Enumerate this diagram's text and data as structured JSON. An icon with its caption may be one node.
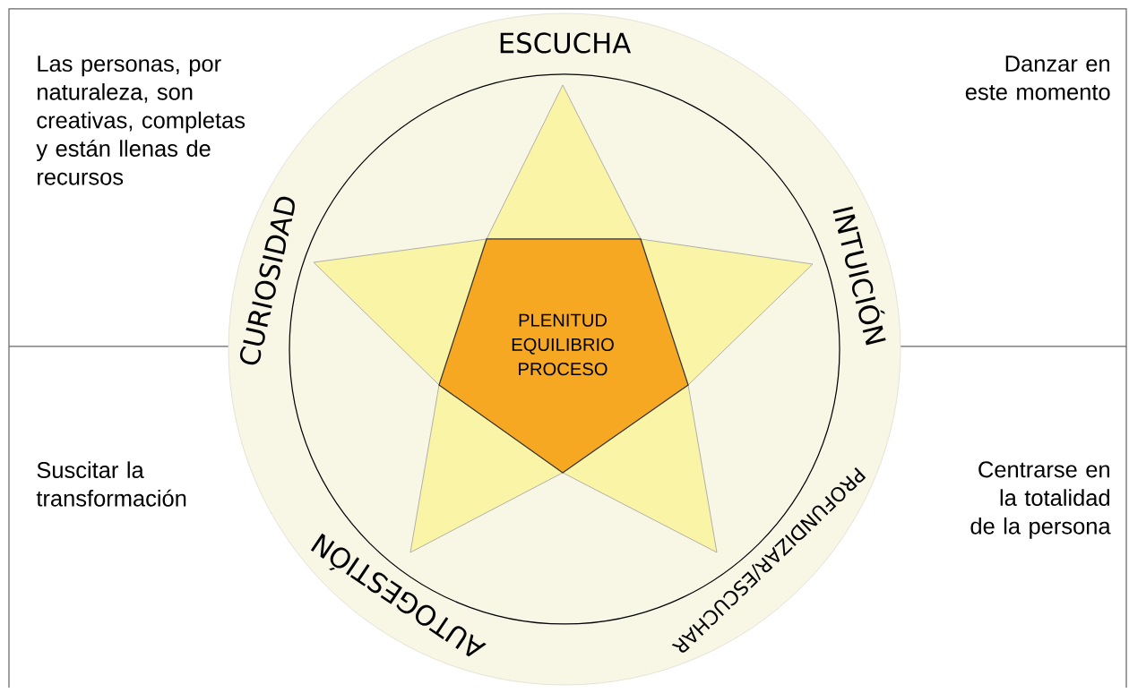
{
  "diagram": {
    "nodes": [
      {
        "text": [
          "ESCUCHA",
          "INTUICIÓN",
          "PROFUNDIZAR/ESCUCHAR",
          "AUTOGESTIÓN",
          "CURIOSIDAD"
        ]
      },
      {
        "text": [
          "PLENITUD EQUILIBRIO PROCESO"
        ],
        "in": 0
      }
    ],
    "labels": [
      "Las personas, por naturaleza, son creativas, completas y están llenas de recursos",
      "Danzar en este momento",
      "Suscitar la transformación",
      "Centrarse en la totalidad de la persona"
    ]
  }
}
